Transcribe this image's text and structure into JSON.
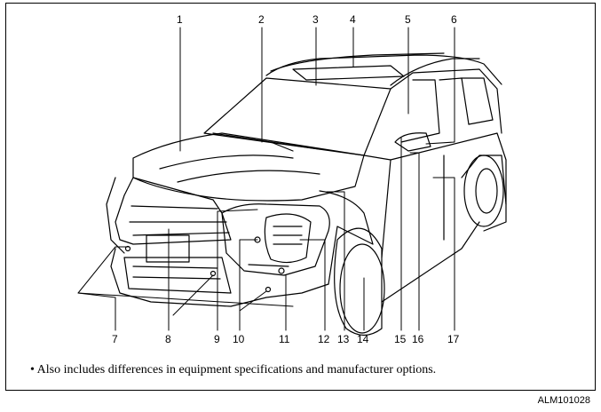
{
  "callouts": [
    {
      "label": "1"
    },
    {
      "label": "2"
    },
    {
      "label": "3"
    },
    {
      "label": "4"
    },
    {
      "label": "5"
    },
    {
      "label": "6"
    },
    {
      "label": "7"
    },
    {
      "label": "8"
    },
    {
      "label": "9"
    },
    {
      "label": "10"
    },
    {
      "label": "11"
    },
    {
      "label": "12"
    },
    {
      "label": "13"
    },
    {
      "label": "14"
    },
    {
      "label": "15"
    },
    {
      "label": "16"
    },
    {
      "label": "17"
    }
  ],
  "note": "• Also includes differences in equipment specifications and manufacturer options.",
  "reference_code": "ALM101028"
}
